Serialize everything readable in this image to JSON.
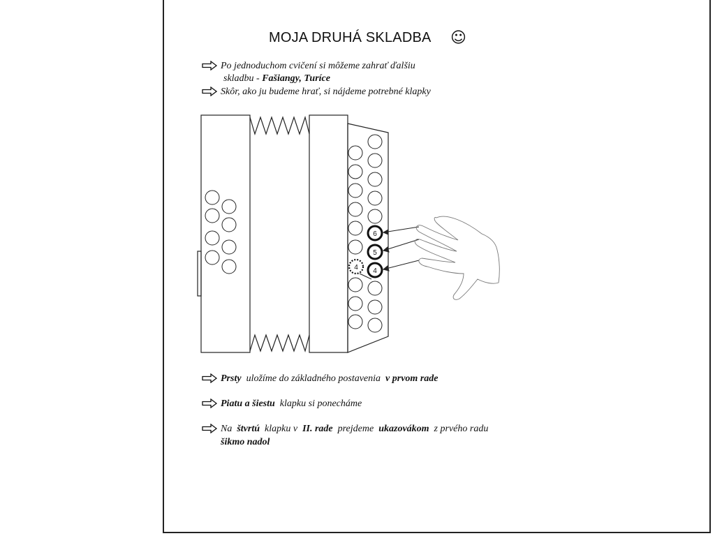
{
  "title": "MOJA DRUHÁ SKLADBA",
  "title_emoji": "☺",
  "intro": {
    "line1": "Po  jednoduchom cvičení si môžeme zahrať ďalšiu",
    "line2a": "skladbu - ",
    "line2b": "Fašiangy, Turíce",
    "line3": "Skôr, ako ju budeme hrať, si nájdeme potrebné klapky"
  },
  "diagram": {
    "button_labels": [
      "6",
      "5",
      "4",
      "4"
    ]
  },
  "steps": {
    "s1": {
      "b1": "Prsty",
      "t1": "  uložíme do základného postavenia  ",
      "b2": "v prvom rade"
    },
    "s2": {
      "b1": "Piatu a šiestu",
      "t1": "  klapku si ponecháme"
    },
    "s3": {
      "t0": "Na  ",
      "b1": "štvrtú",
      "t1": "  klapku v  ",
      "b2": "II. rade",
      "t2": "  prejdeme  ",
      "b3": "ukazovákom",
      "t3": "  z prvého radu",
      "b4": "šikmo nadol"
    }
  }
}
